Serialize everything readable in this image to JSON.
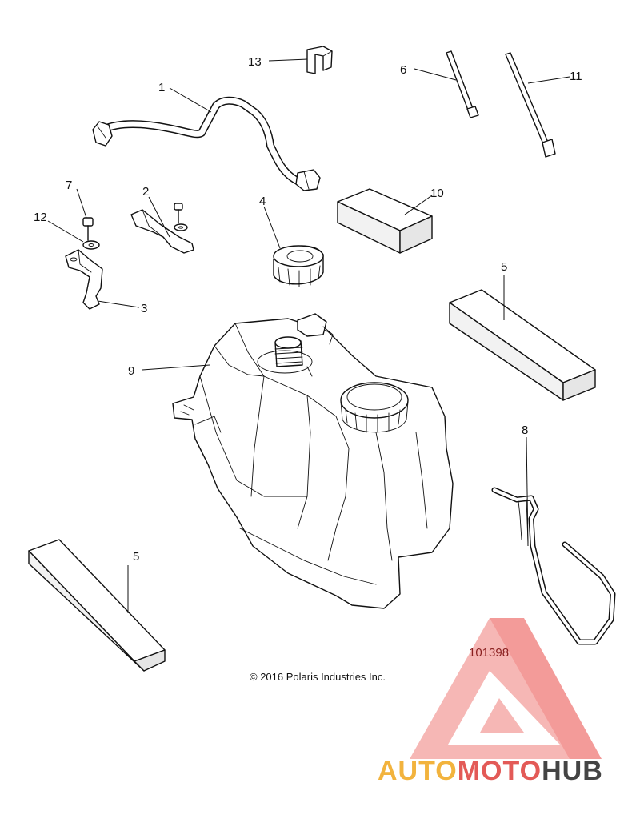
{
  "callouts": [
    {
      "id": "1",
      "label": "1"
    },
    {
      "id": "2",
      "label": "2"
    },
    {
      "id": "3",
      "label": "3"
    },
    {
      "id": "4",
      "label": "4"
    },
    {
      "id": "5a",
      "label": "5"
    },
    {
      "id": "5b",
      "label": "5"
    },
    {
      "id": "6",
      "label": "6"
    },
    {
      "id": "7",
      "label": "7"
    },
    {
      "id": "8",
      "label": "8"
    },
    {
      "id": "9",
      "label": "9"
    },
    {
      "id": "10",
      "label": "10"
    },
    {
      "id": "11",
      "label": "11"
    },
    {
      "id": "12",
      "label": "12"
    },
    {
      "id": "13",
      "label": "13"
    }
  ],
  "diagram_number": "101398",
  "copyright": "© 2016 Polaris Industries Inc.",
  "watermark": {
    "part1": "AUTO",
    "part2": "MOTO",
    "part3": "HUB",
    "colors": {
      "auto": "#f2b33d",
      "moto": "#e35a57",
      "hub": "#444444",
      "logo": "#f07a78"
    }
  }
}
